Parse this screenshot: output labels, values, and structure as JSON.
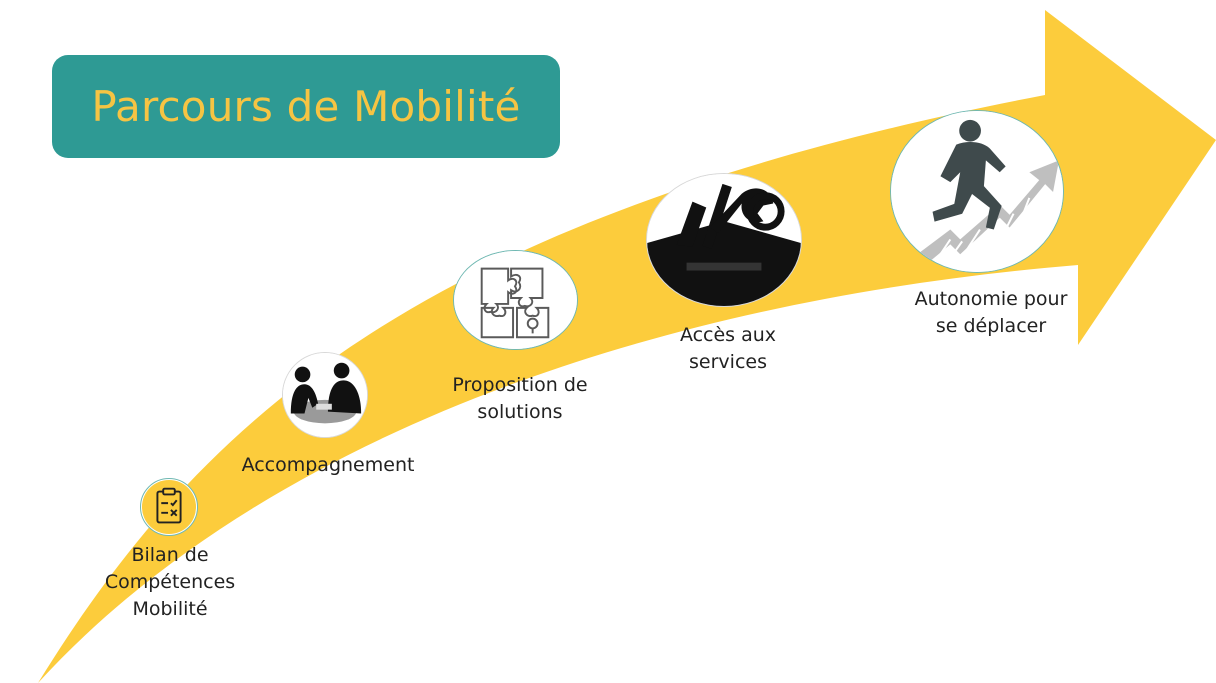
{
  "title": "Parcours de Mobilité",
  "colors": {
    "arrow": "#fccc3c",
    "title_bg": "#2e9a94",
    "title_text": "#f6c443",
    "label_text": "#222222"
  },
  "steps": [
    {
      "icon": "clipboard-checklist-icon",
      "label": "Bilan de\nCompétences\nMobilité"
    },
    {
      "icon": "meeting-people-icon",
      "label": "Accompagnement"
    },
    {
      "icon": "puzzle-pieces-icon",
      "label": "Proposition de\nsolutions"
    },
    {
      "icon": "toolbox-icon",
      "label": "Accès aux\nservices"
    },
    {
      "icon": "running-man-arrow-icon",
      "label": "Autonomie pour\nse déplacer"
    }
  ]
}
